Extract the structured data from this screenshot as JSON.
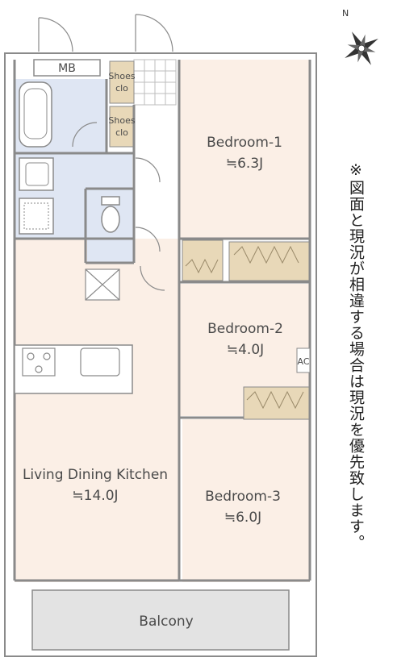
{
  "labels": {
    "mb": "MB",
    "shoes_closet_1_line1": "Shoes",
    "shoes_closet_1_line2": "clo",
    "shoes_closet_2_line1": "Shoes",
    "shoes_closet_2_line2": "clo",
    "bedroom1_name": "Bedroom-1",
    "bedroom1_size": "≒6.3J",
    "bedroom2_name": "Bedroom-2",
    "bedroom2_size": "≒4.0J",
    "bedroom3_name": "Bedroom-3",
    "bedroom3_size": "≒6.0J",
    "ldk_name": "Living Dining Kitchen",
    "ldk_size": "≒14.0J",
    "balcony": "Balcony",
    "ac": "AC",
    "compass_north": "N"
  },
  "note": "※図面と現況が相違する場合は現況を優先致します。",
  "colors": {
    "room_fill": "#fbefe6",
    "wet_area_fill": "#dfe6f3",
    "closet_fill": "#e8d8b8",
    "wall": "#8a8a8a",
    "balcony_fill": "#e3e3e3"
  }
}
